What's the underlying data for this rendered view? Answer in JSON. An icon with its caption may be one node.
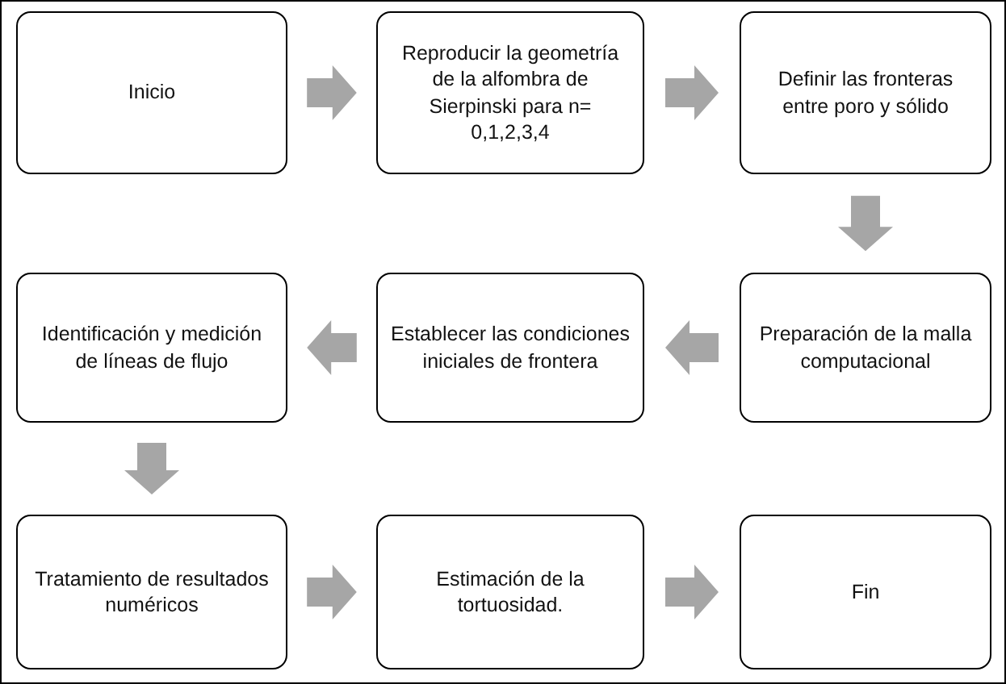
{
  "diagram": {
    "nodes": [
      {
        "text": [
          "Inicio"
        ]
      },
      {
        "text": [
          "Reproducir la geometría de la alfombra de Sierpinski para n= 0,1,2,3,4"
        ]
      },
      {
        "text": [
          "Definir las fronteras entre poro y sólido"
        ]
      },
      {
        "text": [
          "Preparación de la malla computacional"
        ]
      },
      {
        "text": [
          "Establecer las condiciones iniciales de frontera"
        ]
      },
      {
        "text": [
          "Identificación y medición de líneas de flujo"
        ]
      },
      {
        "text": [
          "Tratamiento de resultados numéricos"
        ]
      },
      {
        "text": [
          "Estimación de la tortuosidad."
        ]
      },
      {
        "text": [
          "Fin"
        ]
      }
    ],
    "edges": [
      {
        "from": 0,
        "to": 1,
        "arrow": "to"
      },
      {
        "from": 1,
        "to": 2,
        "arrow": "to"
      },
      {
        "from": 2,
        "to": 3,
        "arrow": "to"
      },
      {
        "from": 3,
        "to": 4,
        "arrow": "to"
      },
      {
        "from": 4,
        "to": 5,
        "arrow": "to"
      },
      {
        "from": 5,
        "to": 6,
        "arrow": "to"
      },
      {
        "from": 6,
        "to": 7,
        "arrow": "to"
      },
      {
        "from": 7,
        "to": 8,
        "arrow": "to"
      }
    ]
  }
}
